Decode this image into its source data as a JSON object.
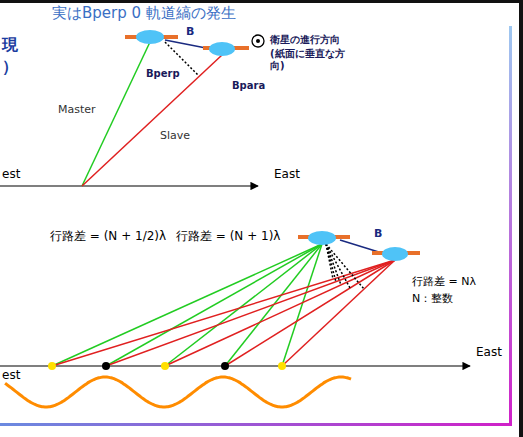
{
  "diagram": {
    "title": "実はBperp 0 軌道縞の発生",
    "labels": [
      "現",
      "）",
      "B",
      "衛星の進行方向",
      "(紙面に垂直な方向)",
      "Bperp",
      "Bpara",
      "Master",
      "Slave",
      "est",
      "East",
      "行路差 = (N + 1/2)λ",
      "行路差 = (N + 1)λ",
      "B",
      "行路差 = Nλ",
      "N：整数",
      "est",
      "East"
    ]
  }
}
